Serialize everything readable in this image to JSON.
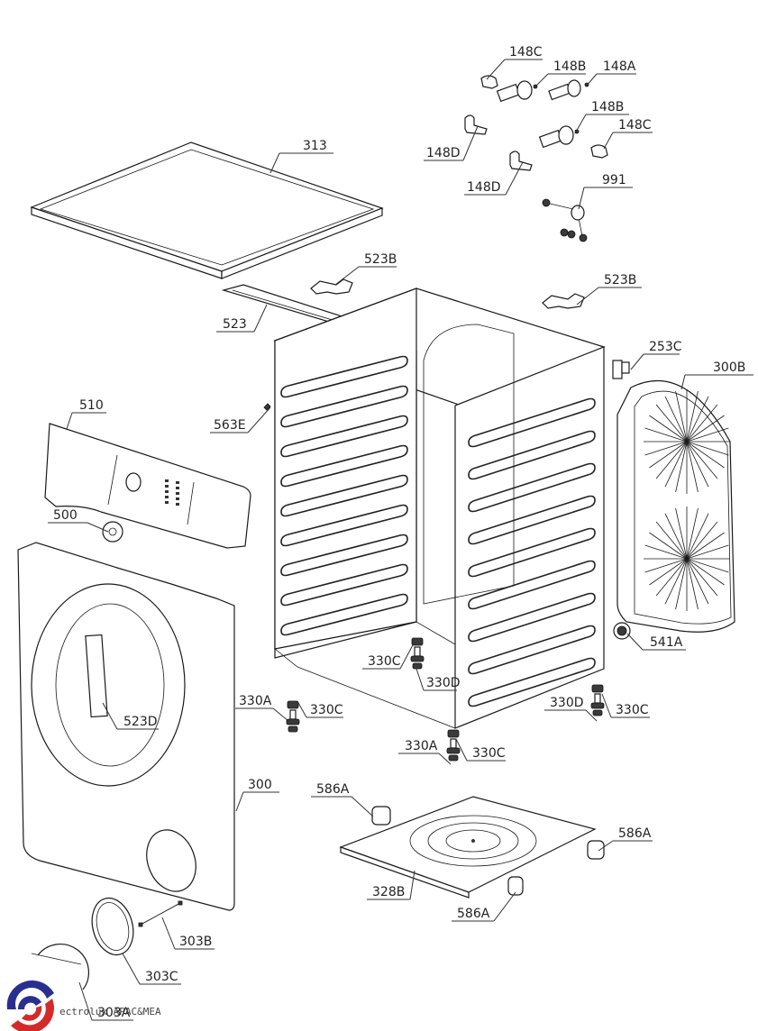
{
  "diagram": {
    "title": "Exploded view - cabinet assembly",
    "callouts": [
      {
        "id": "c0",
        "label": "148C"
      },
      {
        "id": "c1",
        "label": "148B"
      },
      {
        "id": "c2",
        "label": "148A"
      },
      {
        "id": "c3",
        "label": "148B"
      },
      {
        "id": "c4",
        "label": "148C"
      },
      {
        "id": "c5",
        "label": "148D"
      },
      {
        "id": "c6",
        "label": "148D"
      },
      {
        "id": "c7",
        "label": "991"
      },
      {
        "id": "c8",
        "label": "313"
      },
      {
        "id": "c9",
        "label": "523B"
      },
      {
        "id": "c10",
        "label": "523B"
      },
      {
        "id": "c11",
        "label": "523"
      },
      {
        "id": "c12",
        "label": "253C"
      },
      {
        "id": "c13",
        "label": "300B"
      },
      {
        "id": "c14",
        "label": "510"
      },
      {
        "id": "c15",
        "label": "563E"
      },
      {
        "id": "c16",
        "label": "500"
      },
      {
        "id": "c17",
        "label": "541A"
      },
      {
        "id": "c18",
        "label": "330C"
      },
      {
        "id": "c19",
        "label": "330D"
      },
      {
        "id": "c20",
        "label": "330A"
      },
      {
        "id": "c21",
        "label": "330C"
      },
      {
        "id": "c22",
        "label": "330D"
      },
      {
        "id": "c23",
        "label": "330C"
      },
      {
        "id": "c24",
        "label": "523D"
      },
      {
        "id": "c25",
        "label": "330A"
      },
      {
        "id": "c26",
        "label": "330C"
      },
      {
        "id": "c27",
        "label": "300"
      },
      {
        "id": "c28",
        "label": "586A"
      },
      {
        "id": "c29",
        "label": "586A"
      },
      {
        "id": "c30",
        "label": "328B"
      },
      {
        "id": "c31",
        "label": "586A"
      },
      {
        "id": "c32",
        "label": "303B"
      },
      {
        "id": "c33",
        "label": "303C"
      },
      {
        "id": "c34",
        "label": "303A"
      }
    ]
  },
  "watermark": {
    "text": "ectrolux APAC&MEA",
    "logo_colors": {
      "blue": "#2a2f8f",
      "red": "#d42a2a"
    }
  }
}
